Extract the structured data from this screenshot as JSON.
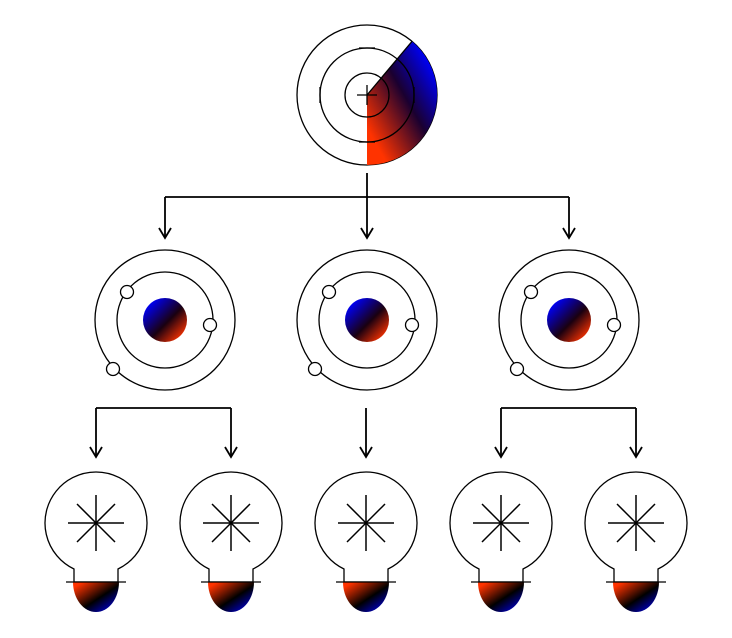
{
  "diagram": {
    "root": {
      "icon": "radar-icon"
    },
    "middle": [
      {
        "icon": "atom-icon"
      },
      {
        "icon": "atom-icon"
      },
      {
        "icon": "atom-icon"
      }
    ],
    "leaves": [
      {
        "icon": "light-bulb-icon",
        "parent": 0
      },
      {
        "icon": "light-bulb-icon",
        "parent": 0
      },
      {
        "icon": "light-bulb-icon",
        "parent": 1
      },
      {
        "icon": "light-bulb-icon",
        "parent": 2
      },
      {
        "icon": "light-bulb-icon",
        "parent": 2
      }
    ],
    "colors": {
      "red": "#ff3300",
      "blue": "#0000ee",
      "black": "#000000",
      "line": "#000000"
    }
  }
}
